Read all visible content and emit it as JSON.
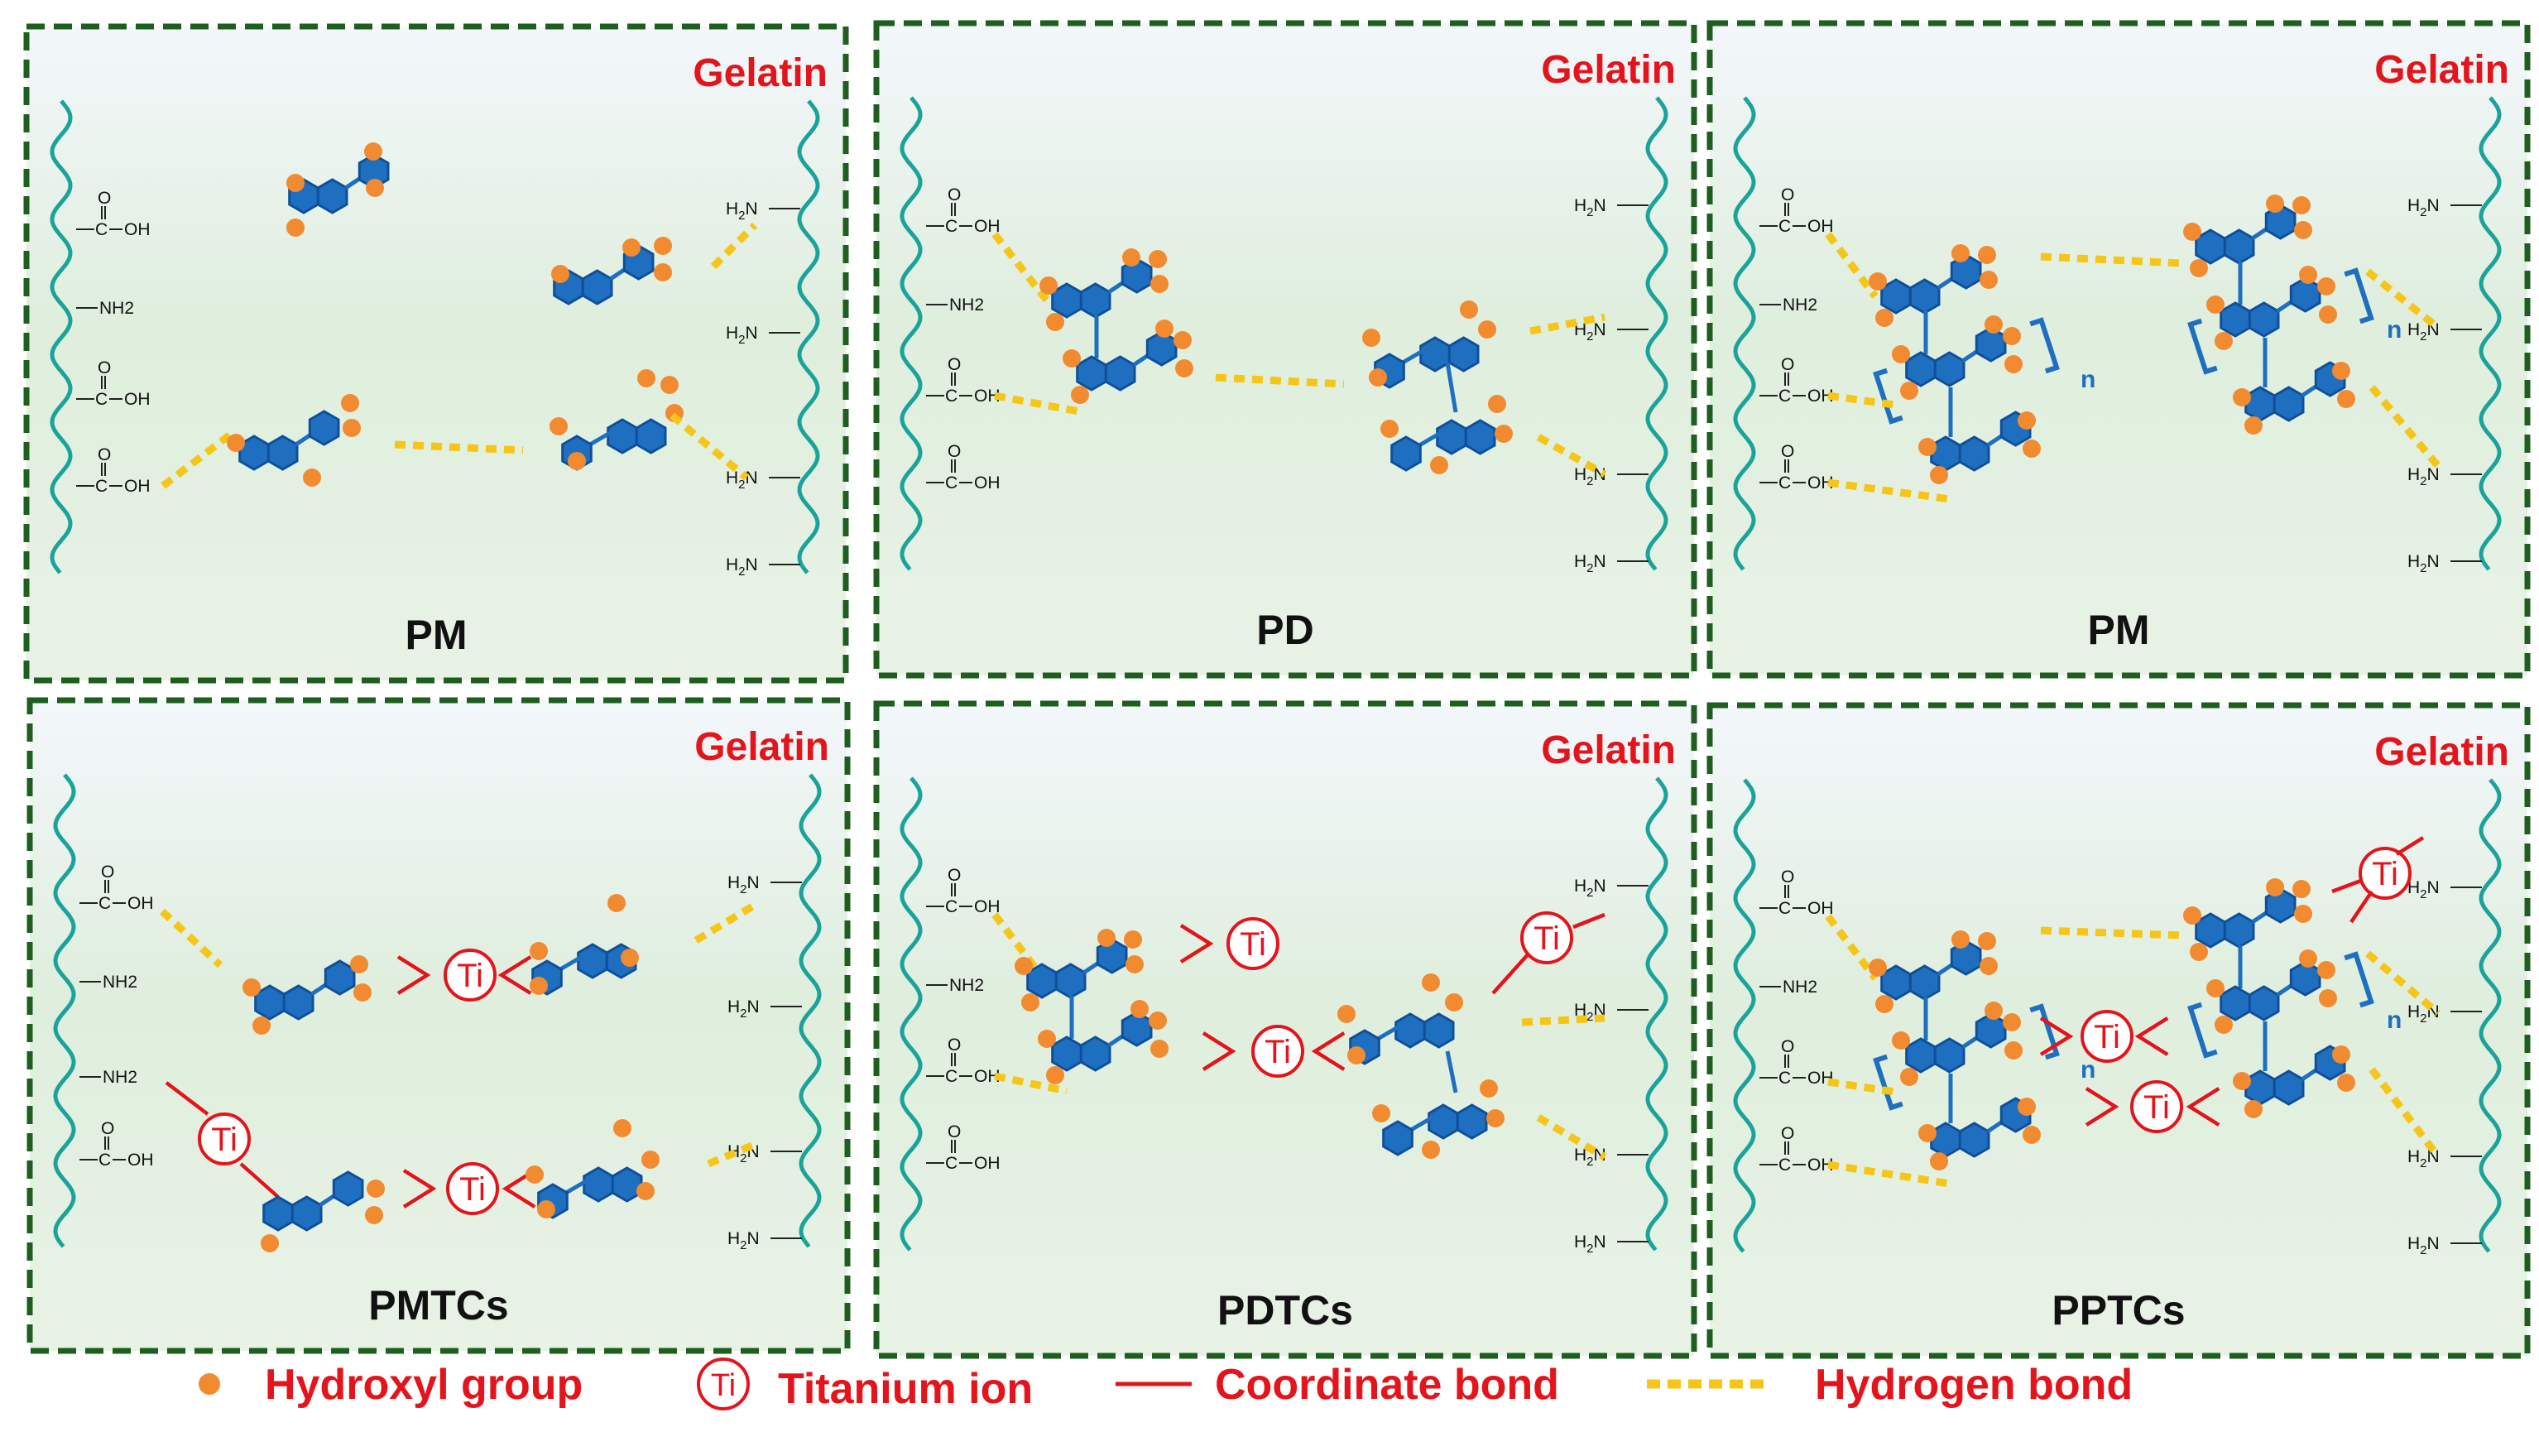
{
  "panels": [
    {
      "id": "pm-1",
      "label": "Gelatin",
      "title": "PM"
    },
    {
      "id": "pd",
      "label": "Gelatin",
      "title": "PD"
    },
    {
      "id": "pm-2",
      "label": "Gelatin",
      "title": "PM"
    },
    {
      "id": "pmtcs",
      "label": "Gelatin",
      "title": "PMTCs"
    },
    {
      "id": "pdtcs",
      "label": "Gelatin",
      "title": "PDTCs"
    },
    {
      "id": "pptcs",
      "label": "Gelatin",
      "title": "PPTCs"
    }
  ],
  "chem": {
    "cooh_o": "O",
    "cooh_c": "C",
    "cooh_oh": "OH",
    "nh2_left": "NH2",
    "h2n_h": "H",
    "h2n_sub": "2",
    "h2n_n": "N",
    "ti": "Ti",
    "n": "n"
  },
  "legend": {
    "hydroxyl": "Hydroxyl group",
    "titanium_symbol": "Ti",
    "titanium": "Titanium ion",
    "coordinate": "Coordinate bond",
    "hydrogen": "Hydrogen bond"
  },
  "colors": {
    "frame": "#1e5e1e",
    "helix": "#1aa39a",
    "ring_fill": "#1f6fc0",
    "ring_stroke": "#0f4f9a",
    "hydroxyl": "#f28a30",
    "hydrogen_bond": "#f5c518",
    "coordinate_bond": "#e3141b",
    "gelatin_label": "#e3141b"
  }
}
